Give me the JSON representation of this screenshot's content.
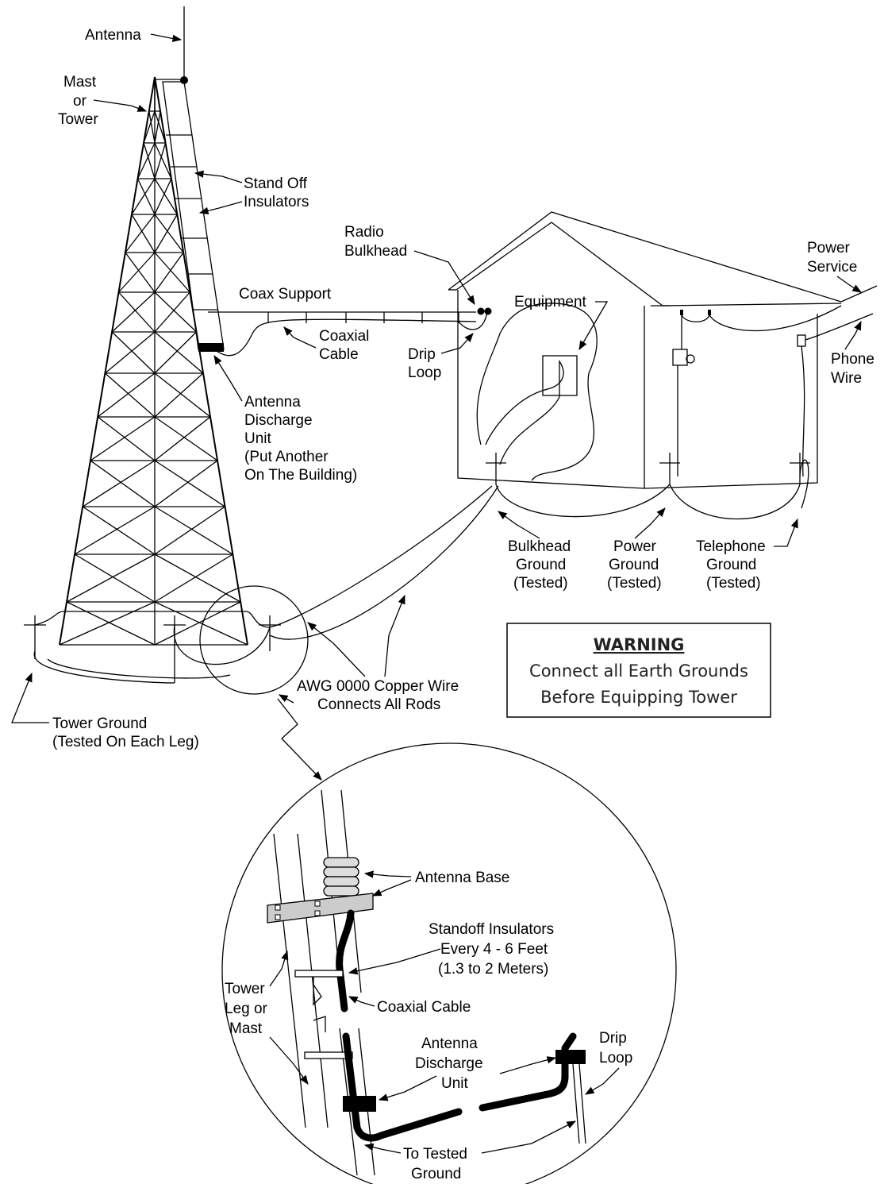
{
  "labels": {
    "antenna": "Antenna",
    "mast_1": "Mast",
    "mast_2": "or",
    "mast_3": "Tower",
    "standoff_1": "Stand Off",
    "standoff_2": "Insulators",
    "radio_bulkhead_1": "Radio",
    "radio_bulkhead_2": "Bulkhead",
    "power_service_1": "Power",
    "power_service_2": "Service",
    "coax_support": "Coax Support",
    "equipment": "Equipment",
    "coaxial_cable_1": "Coaxial",
    "coaxial_cable_2": "Cable",
    "drip_loop_1": "Drip",
    "drip_loop_2": "Loop",
    "phone_wire_1": "Phone",
    "phone_wire_2": "Wire",
    "discharge_1": "Antenna",
    "discharge_2": "Discharge",
    "discharge_3": "Unit",
    "discharge_4": "(Put Another",
    "discharge_5": "On The Building)",
    "bulkhead_ground_1": "Bulkhead",
    "bulkhead_ground_2": "Ground",
    "bulkhead_ground_3": "(Tested)",
    "power_ground_1": "Power",
    "power_ground_2": "Ground",
    "power_ground_3": "(Tested)",
    "telephone_ground_1": "Telephone",
    "telephone_ground_2": "Ground",
    "telephone_ground_3": "(Tested)",
    "awg_1": "AWG 0000 Copper Wire",
    "awg_2": "Connects All Rods",
    "tower_ground_1": "Tower Ground",
    "tower_ground_2": "(Tested On Each Leg)"
  },
  "warning": {
    "title": "WARNING",
    "line1": "Connect all Earth Grounds",
    "line2": "Before Equipping Tower"
  },
  "detail": {
    "antenna_base": "Antenna Base",
    "standoff_1": "Standoff Insulators",
    "standoff_2": "Every 4 - 6 Feet",
    "standoff_3": "(1.3 to 2 Meters)",
    "tower_leg_1": "Tower",
    "tower_leg_2": "Leg or",
    "tower_leg_3": "Mast",
    "coaxial_cable": "Coaxial Cable",
    "discharge_1": "Antenna",
    "discharge_2": "Discharge",
    "discharge_3": "Unit",
    "drip_loop_1": "Drip",
    "drip_loop_2": "Loop",
    "to_ground_1": "To Tested",
    "to_ground_2": "Ground"
  }
}
